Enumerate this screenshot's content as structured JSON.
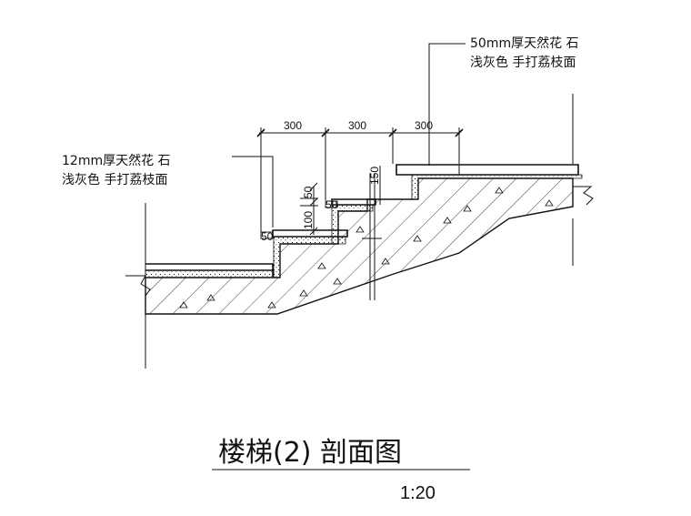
{
  "drawing": {
    "note_top_right": [
      "50mm厚天然花 石",
      "浅灰色 手打荔枝面"
    ],
    "note_left": [
      "12mm厚天然花 石",
      "浅灰色 手打荔枝面"
    ],
    "tread_widths": [
      "300",
      "300",
      "300"
    ],
    "riser_heights": [
      "50",
      "100",
      "150"
    ],
    "small_marks": [
      "50",
      "50"
    ],
    "title": "楼梯(2) 剖面图",
    "scale": "1:20"
  },
  "colors": {
    "ink": "#111111",
    "background": "#ffffff"
  }
}
